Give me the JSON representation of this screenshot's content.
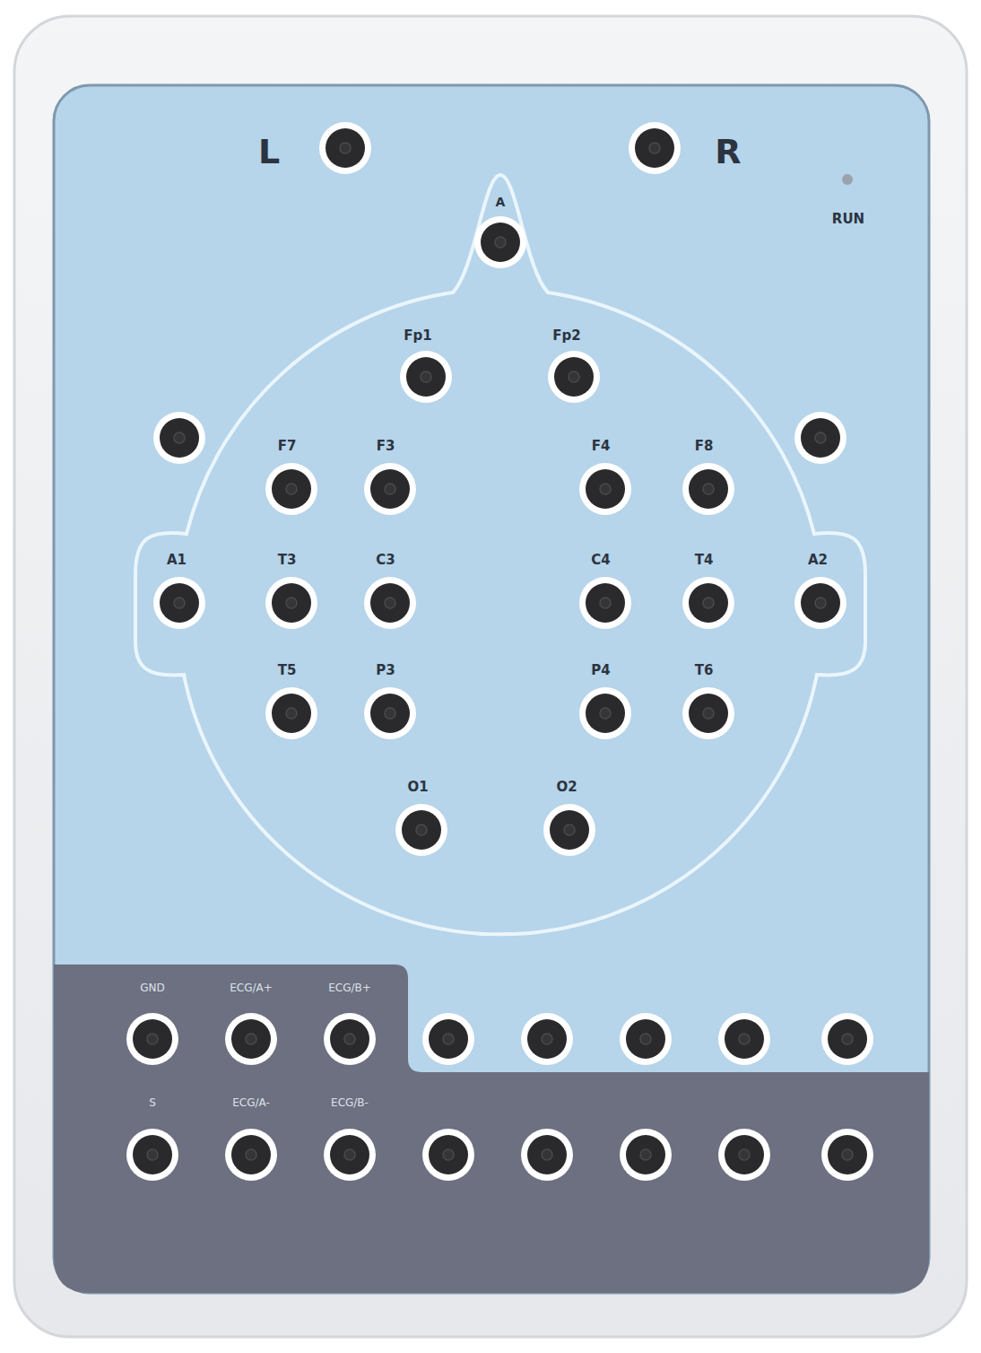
{
  "diagram": {
    "labels": [
      "L",
      "R",
      "RUN",
      "A",
      "Fp1",
      "Fp2",
      "F7",
      "F3",
      "F4",
      "F8",
      "A1",
      "T3",
      "C3",
      "C4",
      "T4",
      "A2",
      "T5",
      "P3",
      "P4",
      "T6",
      "O1",
      "O2",
      "GND",
      "ECG/A+",
      "ECG/B+",
      "S",
      "ECG/A-",
      "ECG/B-"
    ]
  }
}
